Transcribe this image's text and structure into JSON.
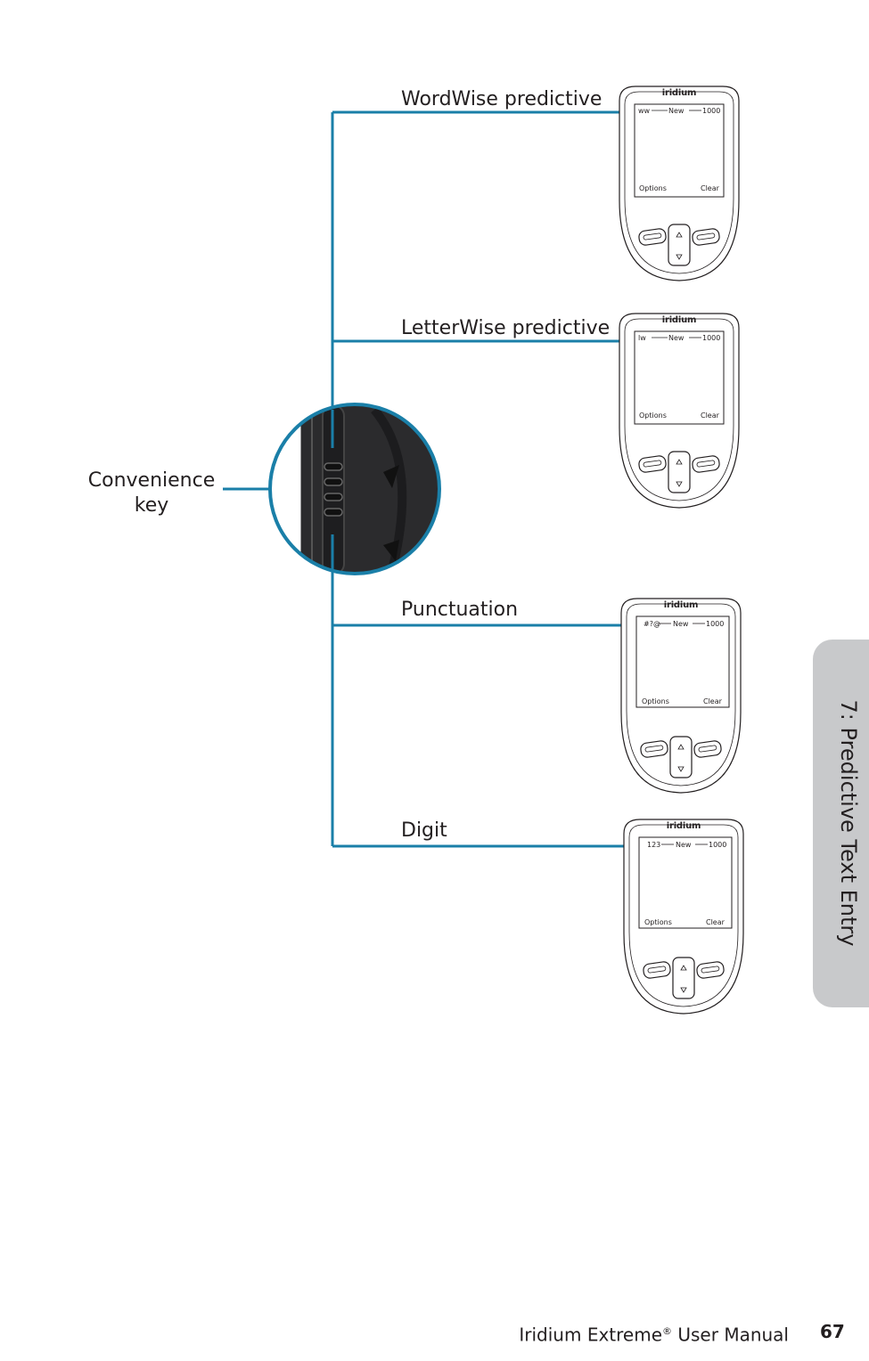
{
  "modes": [
    {
      "label": "WordWise predictive",
      "indicator": "ww",
      "status": "New",
      "count": "1000",
      "left_soft": "Options",
      "right_soft": "Clear"
    },
    {
      "label": "LetterWise predictive",
      "indicator": "lw",
      "status": "New",
      "count": "1000",
      "left_soft": "Options",
      "right_soft": "Clear"
    },
    {
      "label": "Punctuation",
      "indicator": "#?@",
      "status": "New",
      "count": "1000",
      "left_soft": "Options",
      "right_soft": "Clear"
    },
    {
      "label": "Digit",
      "indicator": "123",
      "status": "New",
      "count": "1000",
      "left_soft": "Options",
      "right_soft": "Clear"
    }
  ],
  "brand": "iridium",
  "convenience_key": {
    "line1": "Convenience",
    "line2": "key"
  },
  "side_tab": "7: Predictive Text Entry",
  "footer": {
    "title": "Iridium Extreme",
    "reg": "®",
    "suffix": " User Manual",
    "page": "67"
  },
  "colors": {
    "connector": "#1a7fa8",
    "tab": "#c8c9cb"
  }
}
